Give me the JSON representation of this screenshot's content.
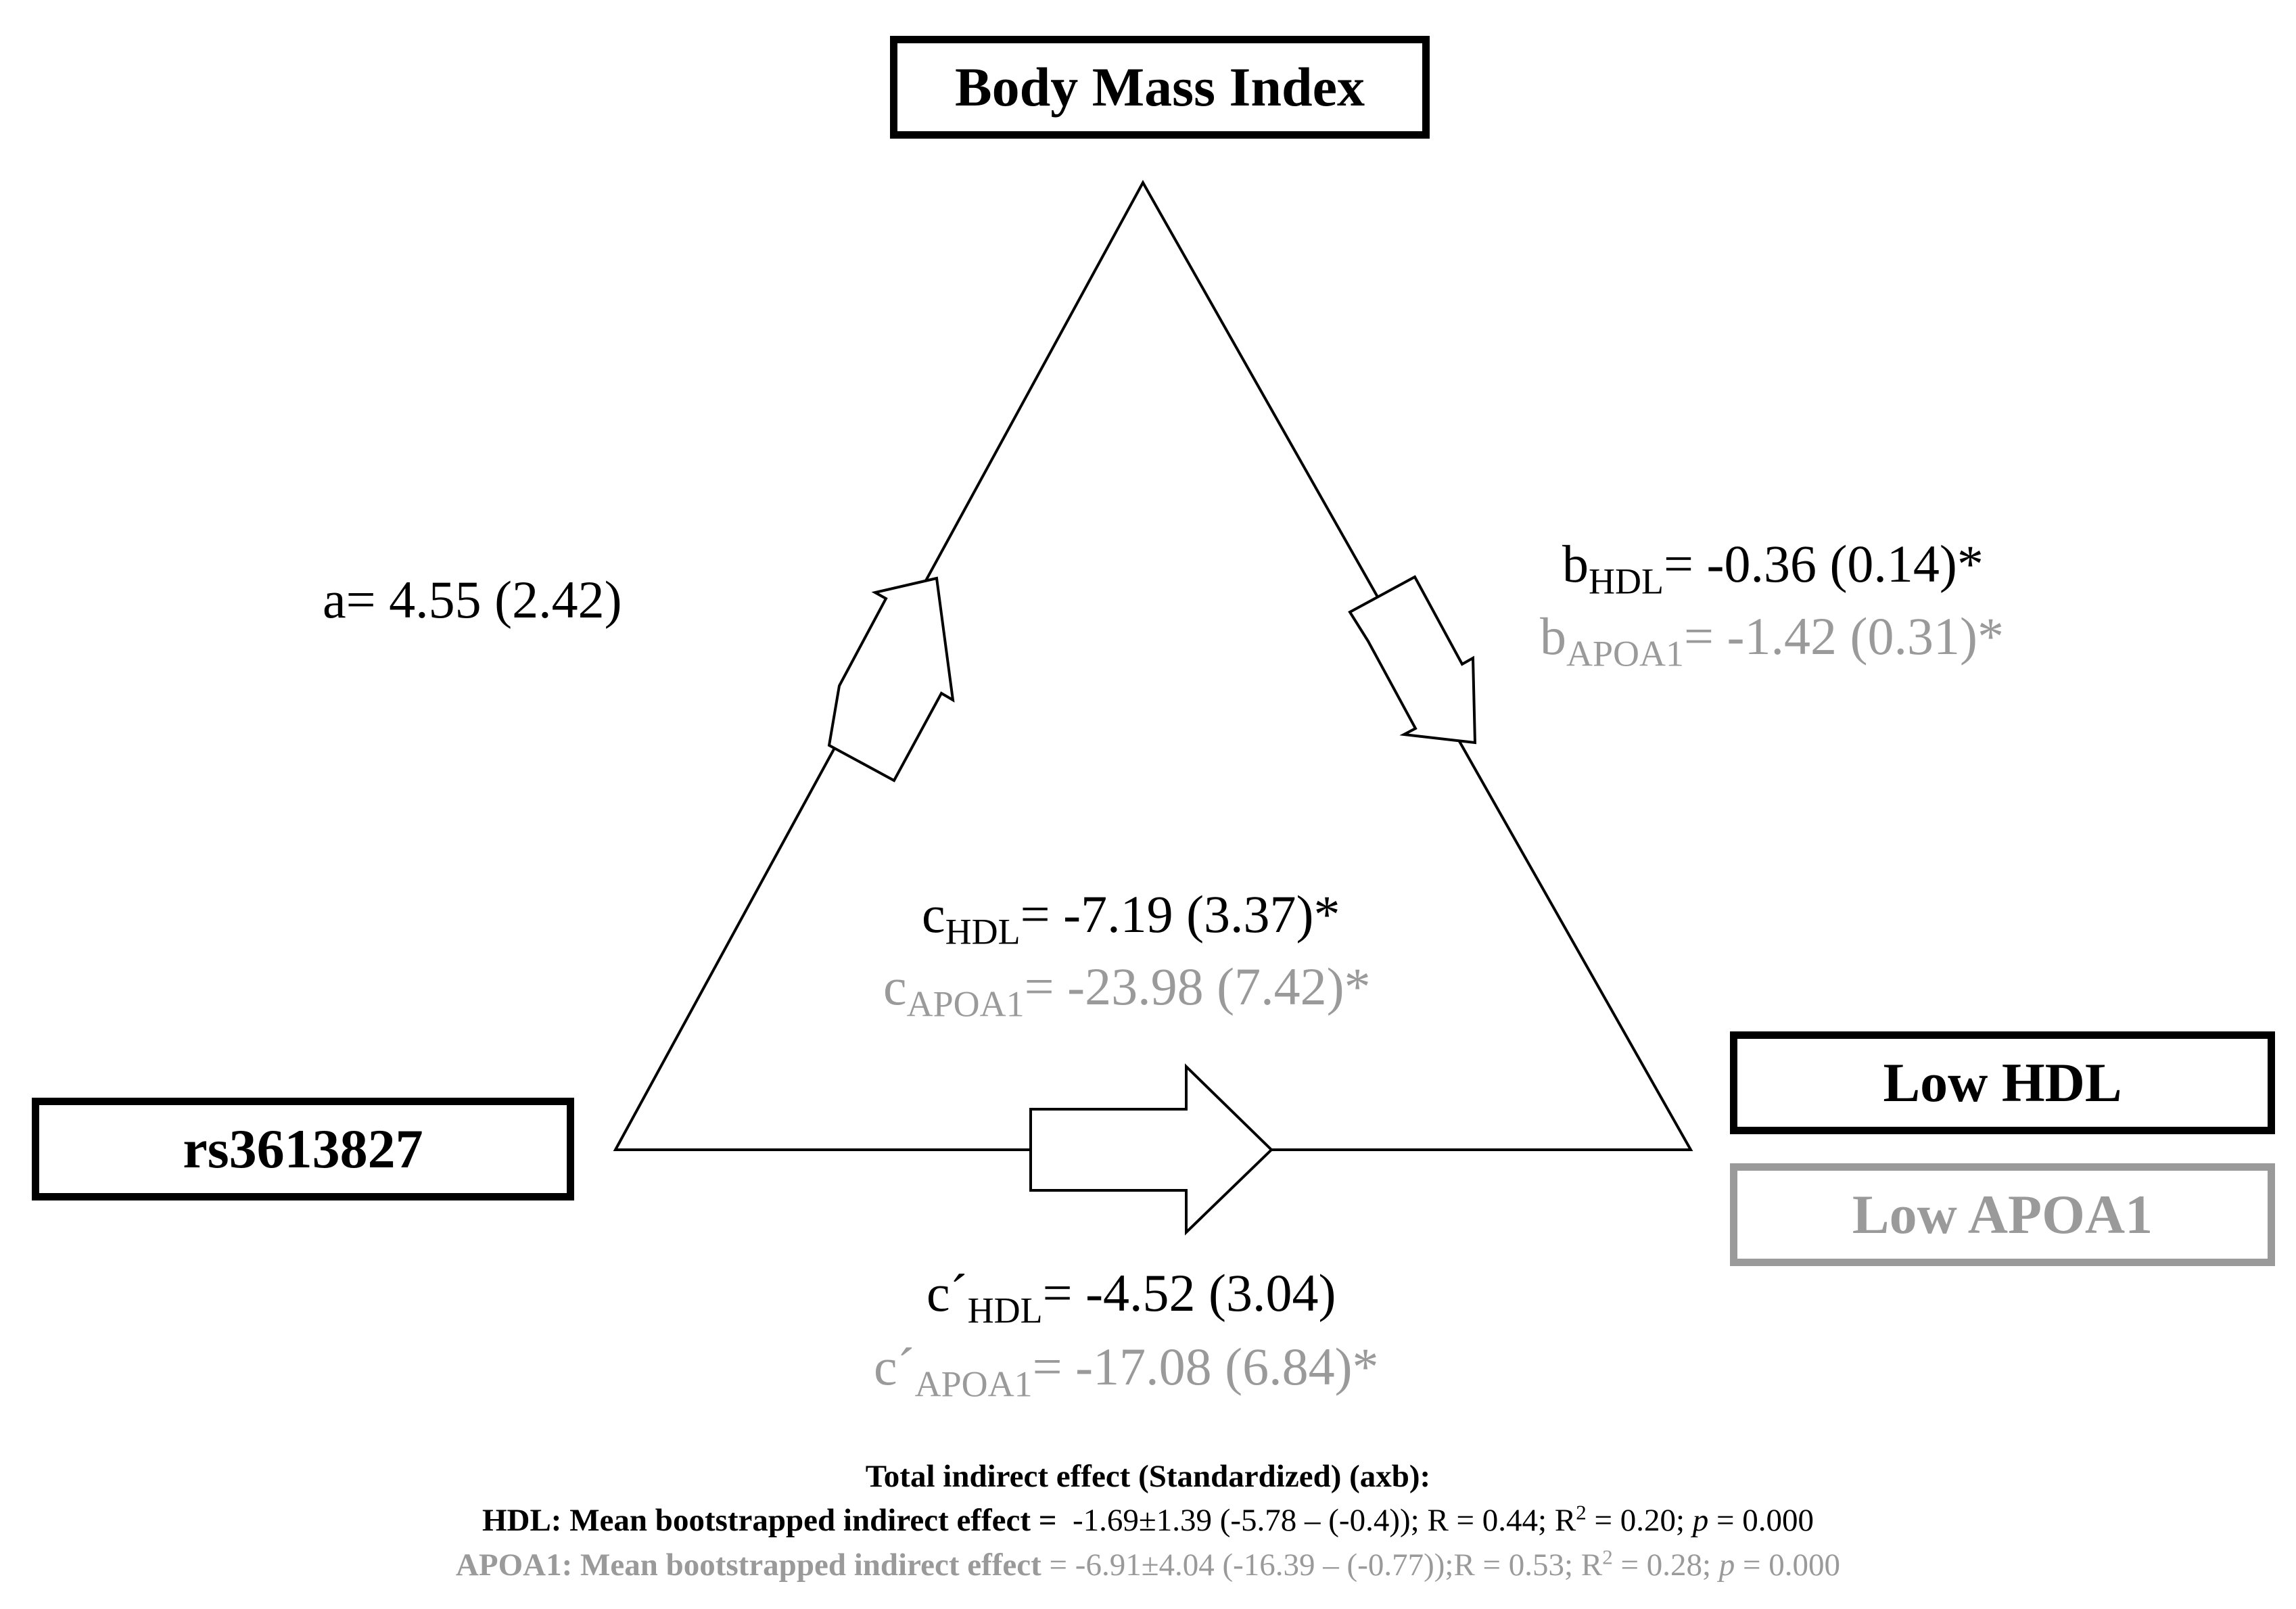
{
  "colors": {
    "primary": "#000000",
    "secondary": "#9a9a9a"
  },
  "nodes": {
    "mediator": "Body Mass Index",
    "exposure": "rs3613827",
    "outcome_hdl": "Low HDL",
    "outcome_apoa1": "Low APOA1"
  },
  "paths": {
    "a": {
      "prefix": "a",
      "text": "= 4.55 (2.42)"
    },
    "b_hdl": {
      "prefix": "b",
      "sub": "HDL",
      "text": "= -0.36 (0.14)*"
    },
    "b_apoa1": {
      "prefix": "b",
      "sub": "APOA1",
      "text": "= -1.42 (0.31)*"
    },
    "c_hdl": {
      "prefix": "c",
      "sub": "HDL",
      "text": "= -7.19 (3.37)*"
    },
    "c_apoa1": {
      "prefix": "c",
      "sub": "APOA1",
      "text": "= -23.98 (7.42)*"
    },
    "cprime_hdl": {
      "prefix": "c´",
      "sub": "HDL",
      "text": "= -4.52 (3.04)"
    },
    "cprime_apoa1": {
      "prefix": "c´",
      "sub": "APOA1",
      "text": "= -17.08 (6.84)*"
    }
  },
  "summary": {
    "title": "Total indirect effect (Standardized) (axb):",
    "hdl": {
      "label": "HDL: Mean bootstrapped indirect effect =",
      "effect": "  -1.69±1.39 (-5.78 – (-0.4)); R = 0.44; R",
      "r2_sup": "2",
      "r2": " = 0.20; ",
      "p_label": "p",
      "p_value": " = 0.000"
    },
    "apoa1": {
      "label": "APOA1: Mean bootstrapped indirect effect",
      "effect": " = -6.91±4.04 (-16.39 – (-0.77));R = 0.53; R",
      "r2_sup": "2",
      "r2": " = 0.28; ",
      "p_label": "p",
      "p_value": " = 0.000"
    }
  }
}
